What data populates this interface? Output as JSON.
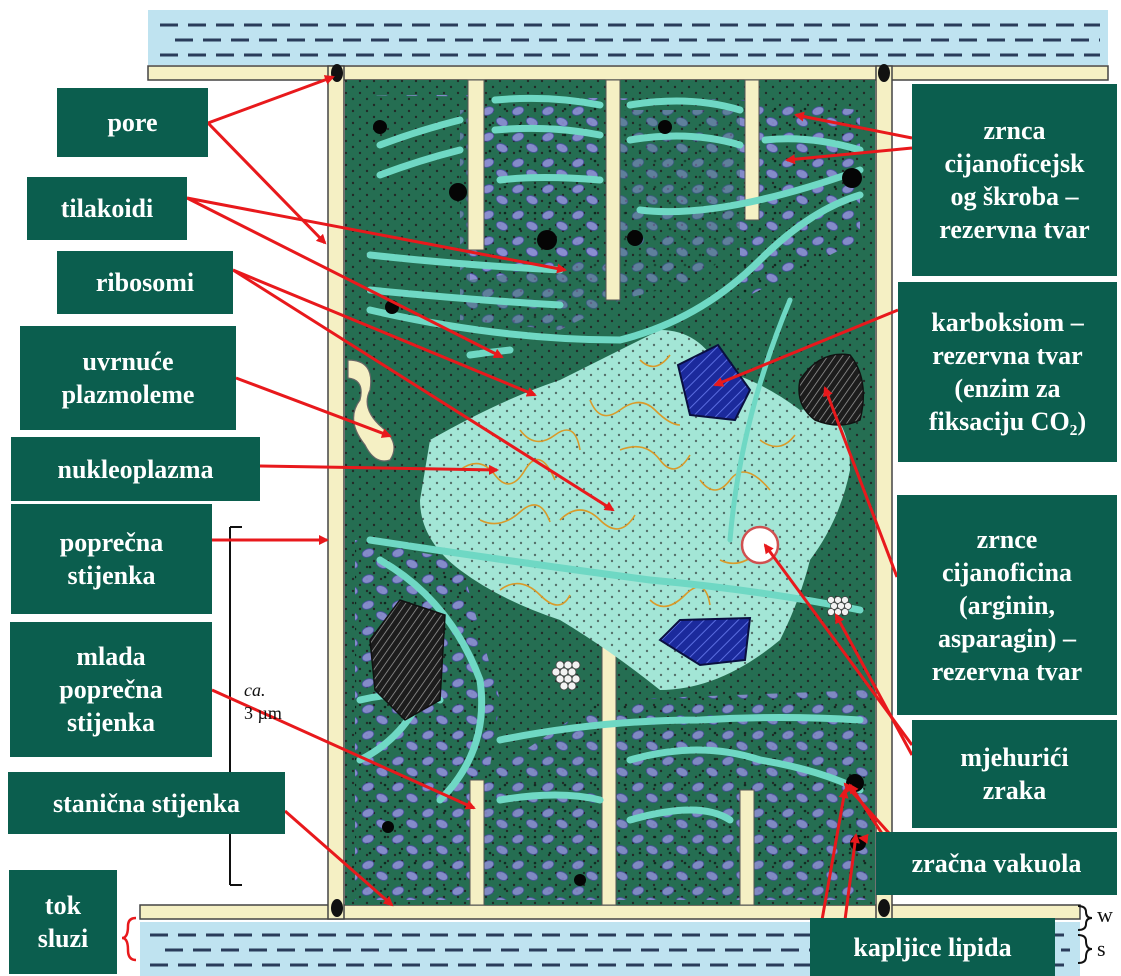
{
  "labels": {
    "pore": "pore",
    "tilakoidi": "tilakoidi",
    "ribosomi": "ribosomi",
    "uvrnuce": [
      "uvrnuće",
      "plazmoleme"
    ],
    "nukleoplazma": "nukleoplazma",
    "poprecna": [
      "poprečna",
      "stijenka"
    ],
    "mlada": [
      "mlada",
      "poprečna",
      "stijenka"
    ],
    "stanicna": "stanična stijenka",
    "tok": [
      "tok",
      "sluzi"
    ],
    "zrnca": [
      "zrnca",
      "cijanoficejsk",
      "og škroba –",
      "rezervna tvar"
    ],
    "karboksiom": [
      "karboksiom –",
      "rezervna tvar",
      "(enzim za",
      "fiksaciju CO₂)"
    ],
    "zrnce": [
      "zrnce",
      "cijanoficina",
      "(arginin,",
      "asparagin) –",
      "rezervna tvar"
    ],
    "mjehurici": [
      "mjehurići",
      "zraka"
    ],
    "vakuola": "zračna vakuola",
    "lipida": "kapljice lipida"
  },
  "scale": {
    "ca": "ca.",
    "value": "3 µm",
    "w": "w",
    "s": "s"
  },
  "colors": {
    "label_bg": "#0b5e4e",
    "arrow": "#e8191c",
    "cytoplasm": "#256e52",
    "nucleoplasm": "#a3e6d6",
    "cell_wall": "#f5f0c4",
    "mucus": "#bfe3f0",
    "thylakoid": "#6fd8c4",
    "granules": "#8f8fd6"
  }
}
